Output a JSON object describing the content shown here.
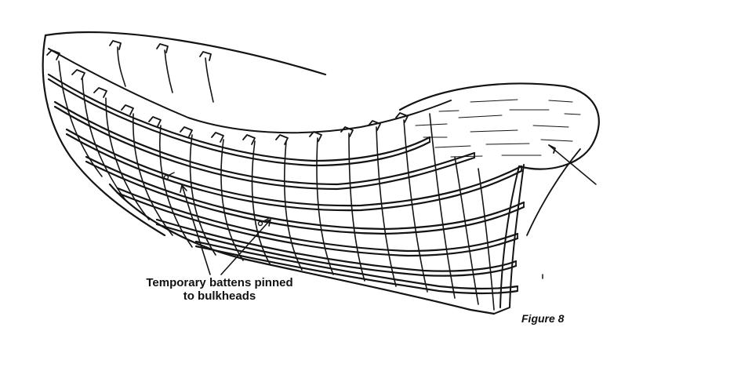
{
  "figure": {
    "callout": {
      "line1": "Temporary battens pinned",
      "line2": "to bulkheads"
    },
    "caption": "Figure 8"
  },
  "colors": {
    "ink": "#141414",
    "background": "#ffffff"
  },
  "icons": {
    "hull": "boat-hull-drawing",
    "arrows": "callout-arrow"
  }
}
